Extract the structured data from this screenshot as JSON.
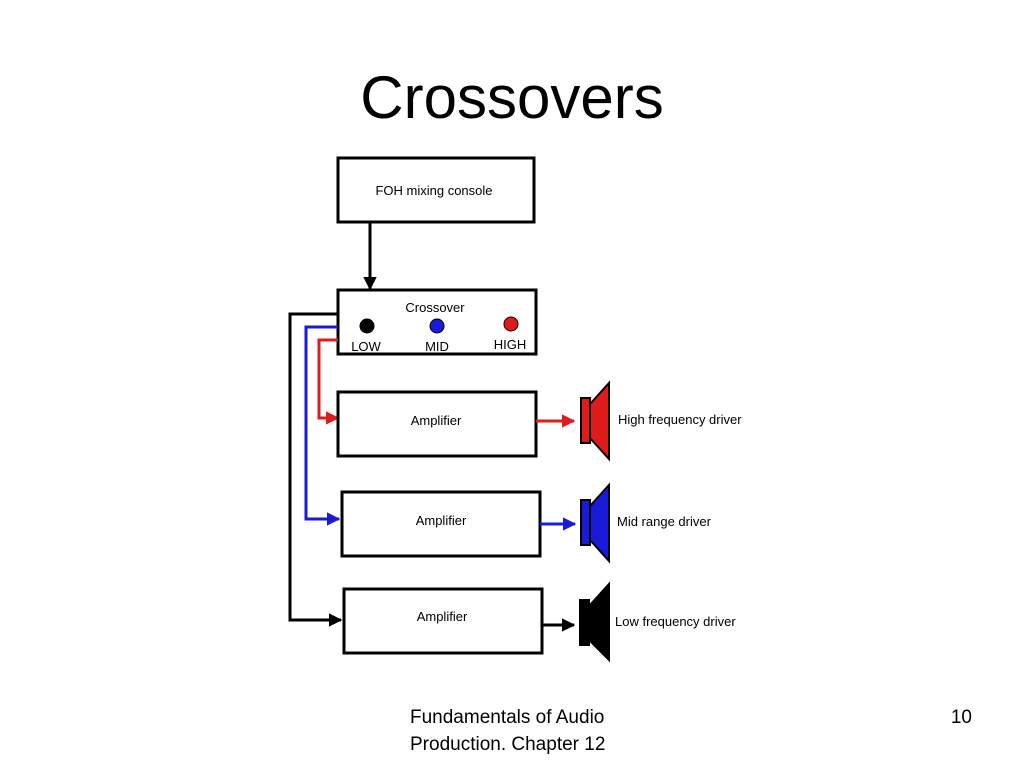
{
  "slide": {
    "title": "Crossovers",
    "footer": {
      "line1": "Fundamentals of Audio",
      "line2": "Production. Chapter 12",
      "page_number": "10"
    }
  },
  "diagram": {
    "console_label": "FOH mixing console",
    "crossover": {
      "title": "Crossover",
      "outputs": [
        {
          "label": "LOW",
          "color": "#000000"
        },
        {
          "label": "MID",
          "color": "#1a1adb"
        },
        {
          "label": "HIGH",
          "color": "#e01b1b"
        }
      ]
    },
    "amplifiers": [
      {
        "label": "Amplifier",
        "driver_label": "High frequency driver",
        "color": "#e01b1b"
      },
      {
        "label": "Amplifier",
        "driver_label": "Mid range driver",
        "color": "#1a1adb"
      },
      {
        "label": "Amplifier",
        "driver_label": "Low frequency driver",
        "color": "#000000"
      }
    ]
  }
}
